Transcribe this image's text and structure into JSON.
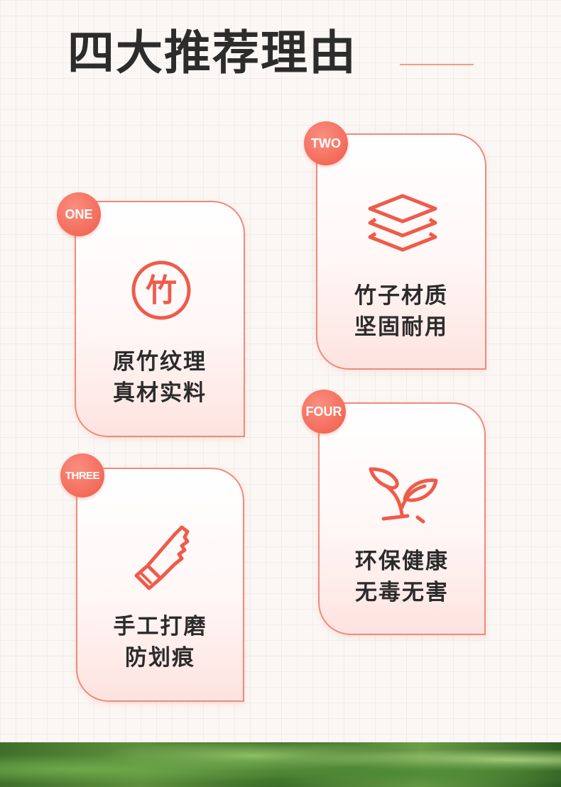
{
  "title": "四大推荐理由",
  "cards": [
    {
      "badge": "ONE",
      "icon": "bamboo-character-icon",
      "icon_char": "竹",
      "line1": "原竹纹理",
      "line2": "真材实料"
    },
    {
      "badge": "TWO",
      "icon": "layers-icon",
      "line1": "竹子材质",
      "line2": "坚固耐用"
    },
    {
      "badge": "THREE",
      "icon": "saw-icon",
      "line1": "手工打磨",
      "line2": "防划痕"
    },
    {
      "badge": "FOUR",
      "icon": "sprout-icon",
      "line1": "环保健康",
      "line2": "无毒无害"
    }
  ],
  "colors": {
    "accent": "#ef5b4a",
    "border": "#f08a7a",
    "title": "#2c2c2c"
  }
}
